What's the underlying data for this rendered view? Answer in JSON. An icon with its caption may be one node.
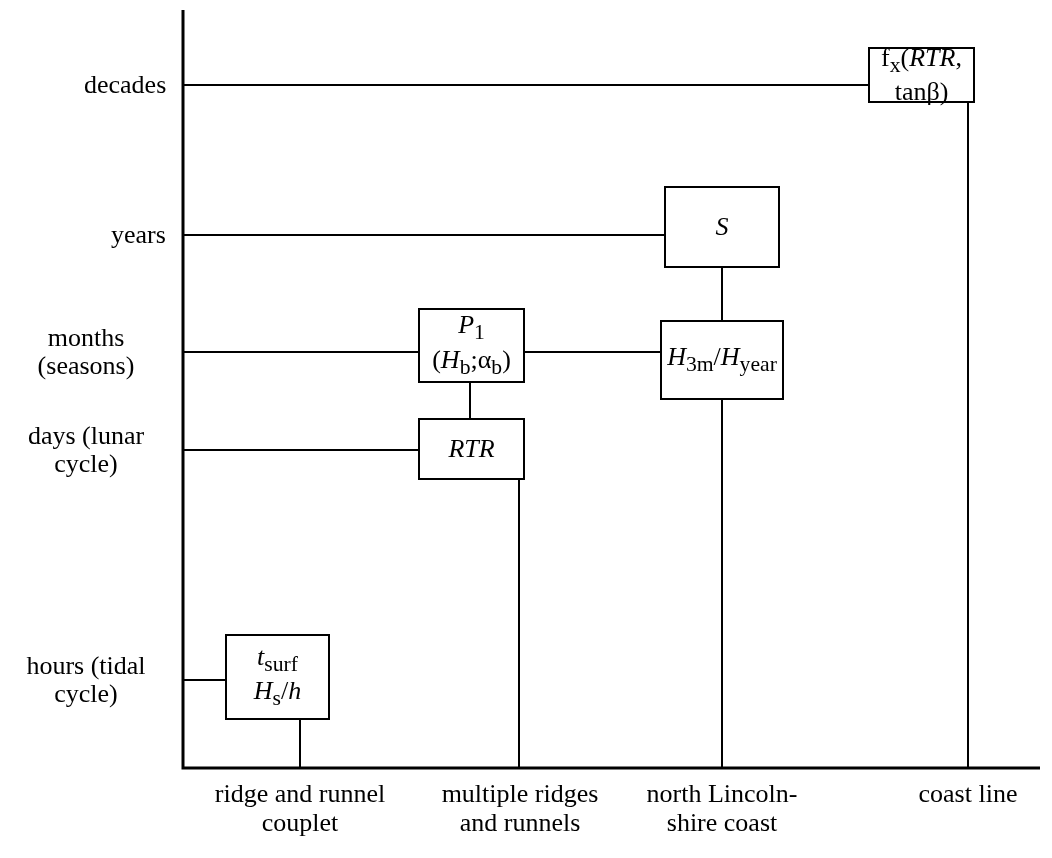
{
  "diagram": {
    "nodes": [
      {
        "text": [
          "f$_{x}$(*RTR*, tanβ)"
        ]
      },
      {
        "text": [
          "S"
        ]
      },
      {
        "text": [
          "*P*$_{1}$",
          "(*H*$_{b}$;α$_{b}$)"
        ]
      },
      {
        "text": [
          "*H*$_{3m}$/*H*$_{year}$"
        ]
      },
      {
        "text": [
          "RTR"
        ]
      },
      {
        "text": [
          "*t*$_{surf}$",
          "*H*$_{s}$/*h*"
        ]
      }
    ],
    "edges": [
      {
        "from": null,
        "to": 0,
        "arrow": "none"
      },
      {
        "from": 0,
        "to": null,
        "arrow": "none"
      },
      {
        "from": null,
        "to": 1,
        "arrow": "none"
      },
      {
        "from": 1,
        "to": 3,
        "arrow": "none"
      },
      {
        "from": null,
        "to": 2,
        "arrow": "none"
      },
      {
        "from": 2,
        "to": 3,
        "arrow": "none"
      },
      {
        "from": 3,
        "to": null,
        "arrow": "none"
      },
      {
        "from": null,
        "to": 4,
        "arrow": "none"
      },
      {
        "from": 2,
        "to": 4,
        "arrow": "none"
      },
      {
        "from": 4,
        "to": null,
        "arrow": "none"
      },
      {
        "from": null,
        "to": 5,
        "arrow": "none"
      },
      {
        "from": 5,
        "to": null,
        "arrow": "none"
      }
    ],
    "labels": [
      "decades",
      "years",
      "months (seasons)",
      "days (lunar cycle)",
      "hours (tidal cycle)",
      "ridge and runnel couplet",
      "multiple ridges and runnels",
      "north Lincoln- shire coast",
      "coast line"
    ]
  }
}
